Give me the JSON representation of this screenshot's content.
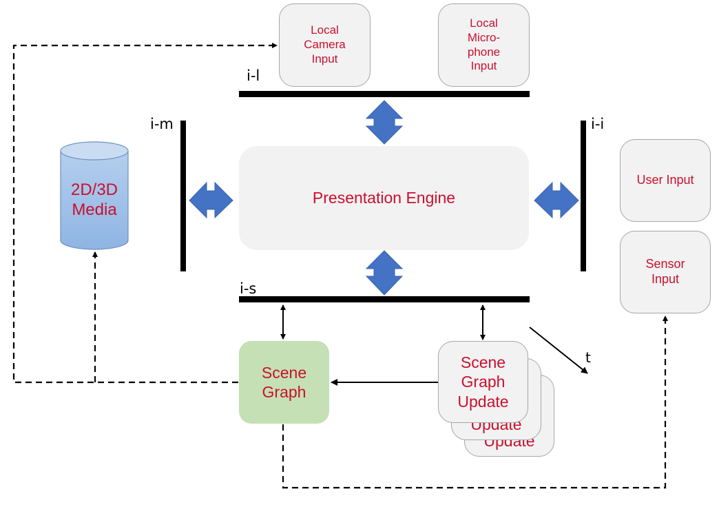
{
  "colors": {
    "text_red": "#c8102e",
    "box_gray": "#f2f2f2",
    "box_border": "#a6a6a6",
    "scene_graph_green": "#c5e0b4",
    "arrow_blue": "#4472c4",
    "cylinder_blue": "#9dc3e6",
    "line_black": "#000000"
  },
  "interfaces": {
    "local": "i-l",
    "media": "i-m",
    "input": "i-i",
    "scene": "i-s"
  },
  "nodes": {
    "local_camera_input": "Local\nCamera\nInput",
    "local_microphone_input": "Local\nMicro-\nphone\nInput",
    "presentation_engine": "Presentation Engine",
    "media_store": "2D/3D\nMedia",
    "user_input": "User Input",
    "sensor_input": "Sensor\nInput",
    "scene_graph": "Scene\nGraph",
    "scene_graph_update": "Scene\nGraph\nUpdate",
    "scene_graph_update_stack_back": "Update"
  },
  "time_axis_label": "t",
  "connections": [
    {
      "from": "presentation_engine",
      "to": "i-l",
      "style": "block-double-arrow"
    },
    {
      "from": "presentation_engine",
      "to": "i-m",
      "style": "block-double-arrow"
    },
    {
      "from": "presentation_engine",
      "to": "i-i",
      "style": "block-double-arrow"
    },
    {
      "from": "presentation_engine",
      "to": "i-s",
      "style": "block-double-arrow"
    },
    {
      "from": "i-s",
      "to": "scene_graph",
      "style": "double-arrow"
    },
    {
      "from": "i-s",
      "to": "scene_graph_update",
      "style": "double-arrow"
    },
    {
      "from": "scene_graph_update",
      "to": "scene_graph",
      "style": "solid-arrow"
    },
    {
      "from": "scene_graph",
      "to": "local_camera_input",
      "style": "dashed-arrow"
    },
    {
      "from": "scene_graph",
      "to": "media_store",
      "style": "dashed-arrow"
    },
    {
      "from": "scene_graph",
      "to": "sensor_input",
      "style": "dashed-arrow"
    }
  ]
}
